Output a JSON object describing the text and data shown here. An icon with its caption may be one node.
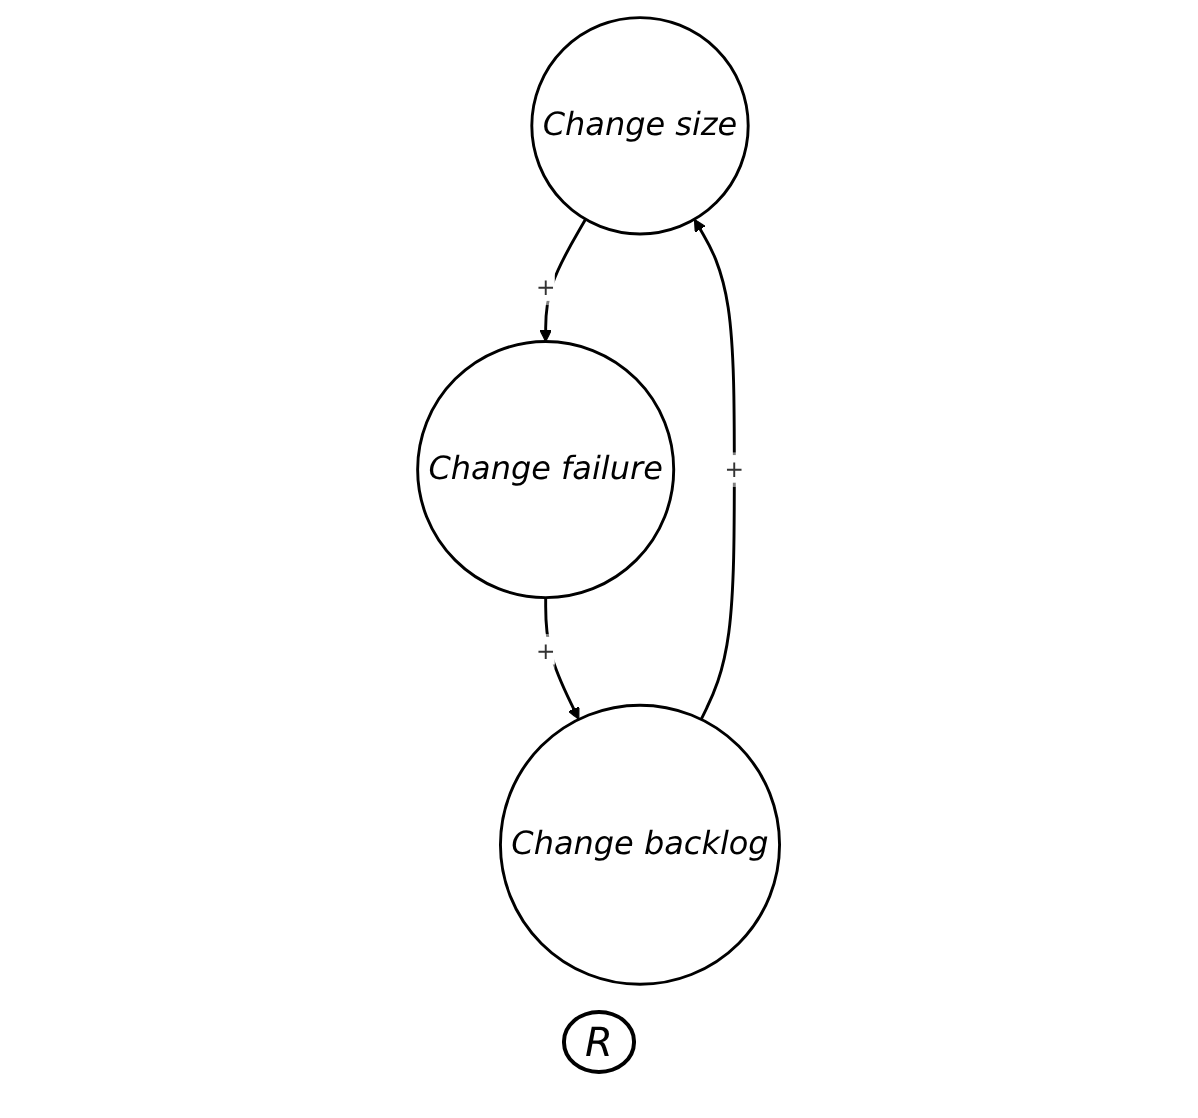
{
  "diagram": {
    "nodes": [
      {
        "text": [
          "Change size"
        ]
      },
      {
        "text": [
          "Change backlog"
        ]
      },
      {
        "text": [
          "Change failure"
        ]
      }
    ],
    "edges": [
      {
        "from": 1,
        "to": 0,
        "arrow": "to",
        "label": "+"
      },
      {
        "from": 0,
        "to": 2,
        "arrow": "to",
        "label": "+"
      },
      {
        "from": 2,
        "to": 1,
        "arrow": "to",
        "label": "+"
      }
    ],
    "labels": [
      "R"
    ]
  }
}
